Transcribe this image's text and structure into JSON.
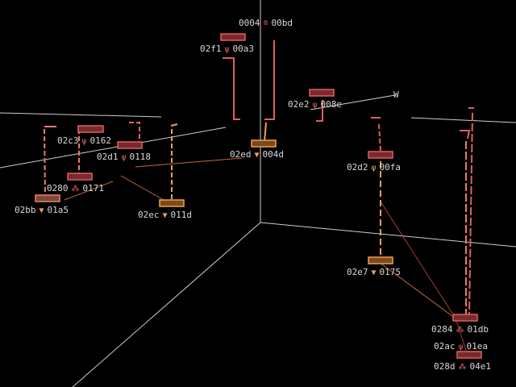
{
  "colors": {
    "background": "#000000",
    "grid_line": "#d8d8d8",
    "node_red": "#e06060",
    "node_orange": "#f0a050",
    "node_pink": "#e87a7a",
    "label_text": "#d8d8d8"
  },
  "axis_label": "W",
  "nodes": [
    {
      "id": "n0004",
      "a": "0004",
      "b": "00bd",
      "icon": "server-stack-icon",
      "glyph": "≘",
      "color": "#e06060"
    },
    {
      "id": "n02f1",
      "a": "02f1",
      "b": "00a3",
      "icon": "fork-icon",
      "glyph": "ψ",
      "color": "#e06060"
    },
    {
      "id": "n02e2",
      "a": "02e2",
      "b": "008e",
      "icon": "fork-icon",
      "glyph": "ψ",
      "color": "#e06060"
    },
    {
      "id": "n02c3",
      "a": "02c3",
      "b": "0162",
      "icon": "fork-icon",
      "glyph": "ψ",
      "color": "#e06060"
    },
    {
      "id": "n02d1",
      "a": "02d1",
      "b": "0118",
      "icon": "fork-icon",
      "glyph": "ψ",
      "color": "#e06060"
    },
    {
      "id": "n02ed",
      "a": "02ed",
      "b": "004d",
      "icon": "triangle-down-icon",
      "glyph": "▼",
      "color": "#f0a050"
    },
    {
      "id": "n0280",
      "a": "0280",
      "b": "0171",
      "icon": "cluster-icon",
      "glyph": "⁂",
      "color": "#e06060"
    },
    {
      "id": "n02d2",
      "a": "02d2",
      "b": "00fa",
      "icon": "fork-icon",
      "glyph": "ψ",
      "color": "#f0a050"
    },
    {
      "id": "n02bb",
      "a": "02bb",
      "b": "01a5",
      "icon": "triangle-down-icon",
      "glyph": "▼",
      "color": "#f0a050"
    },
    {
      "id": "n02ec",
      "a": "02ec",
      "b": "011d",
      "icon": "triangle-down-icon",
      "glyph": "▼",
      "color": "#f0a050"
    },
    {
      "id": "n02e7",
      "a": "02e7",
      "b": "0175",
      "icon": "triangle-down-icon",
      "glyph": "▼",
      "color": "#f0a050"
    },
    {
      "id": "n0284",
      "a": "0284",
      "b": "01db",
      "icon": "cluster-icon",
      "glyph": "⁂",
      "color": "#e06060"
    },
    {
      "id": "n02ac",
      "a": "02ac",
      "b": "01ea",
      "icon": "fork-icon",
      "glyph": "ψ",
      "color": "#e06060"
    },
    {
      "id": "n028d",
      "a": "028d",
      "b": "04e1",
      "icon": "cluster-icon",
      "glyph": "⁂",
      "color": "#e06060"
    }
  ]
}
